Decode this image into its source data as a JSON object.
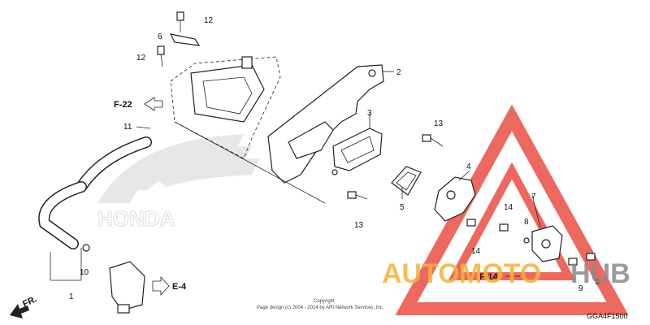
{
  "callouts": {
    "c2": "2",
    "c3": "3",
    "c4": "4",
    "c5": "5",
    "c6": "6",
    "c7": "7",
    "c8": "8",
    "c9a": "9",
    "c9b": "9",
    "c1": "1",
    "c10": "10",
    "c11": "11",
    "c12a": "12",
    "c12b": "12",
    "c13a": "13",
    "c13b": "13",
    "c14a": "14",
    "c14b": "14"
  },
  "refs": {
    "f22": "F-22",
    "e4": "E-4",
    "f14": "F-14",
    "fr": "FR."
  },
  "watermark": {
    "honda": "HONDA",
    "brand_a": "AUTO",
    "brand_b": "MOTO",
    "brand_c": "HUB"
  },
  "copyright": {
    "line1": "Copyright",
    "line2": "Page design (c) 2004 - 2014 by ARI Network Services, Inc."
  },
  "diagram_code": "GGA4F1500",
  "colors": {
    "watermark_red": "#e8372b",
    "watermark_gold": "#f2b33d",
    "watermark_gray": "#8a8a8a"
  }
}
